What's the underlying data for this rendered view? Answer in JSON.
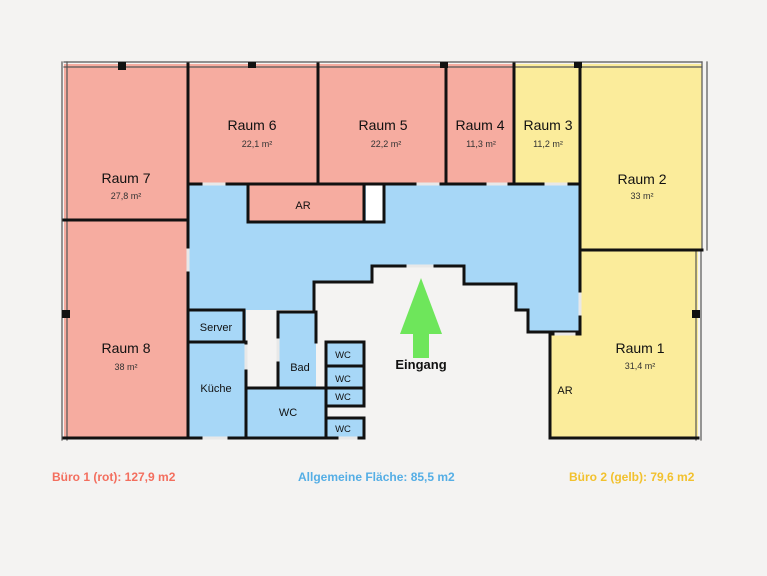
{
  "colors": {
    "red": "#f6aca0",
    "yellow": "#fbec9b",
    "blue": "#a7d7f7",
    "arrow": "#6ee65b",
    "legend_red": "#f36e5e",
    "legend_blue": "#55aee5",
    "legend_yellow": "#f2c12e"
  },
  "rooms": {
    "raum7": {
      "name": "Raum 7",
      "area": "27,8 m²"
    },
    "raum6": {
      "name": "Raum 6",
      "area": "22,1 m²"
    },
    "raum5": {
      "name": "Raum 5",
      "area": "22,2 m²"
    },
    "raum4": {
      "name": "Raum 4",
      "area": "11,3 m²"
    },
    "raum3": {
      "name": "Raum 3",
      "area": "11,2 m²"
    },
    "raum2": {
      "name": "Raum 2",
      "area": "33 m²"
    },
    "raum1": {
      "name": "Raum 1",
      "area": "31,4 m²"
    },
    "raum8": {
      "name": "Raum 8",
      "area": "38 m²"
    },
    "ar_top": "AR",
    "ar_right": "AR",
    "server": "Server",
    "kueche": "Küche",
    "bad": "Bad",
    "wc_main": "WC",
    "wc1": "WC",
    "wc2": "WC",
    "wc3": "WC",
    "wc4": "WC"
  },
  "entrance": {
    "label": "Eingang",
    "icon": "up-arrow-icon"
  },
  "legend": {
    "buero1": "Büro 1 (rot): 127,9 m2",
    "allgemein": "Allgemeine Fläche: 85,5 m2",
    "buero2": "Büro 2 (gelb): 79,6 m2"
  }
}
